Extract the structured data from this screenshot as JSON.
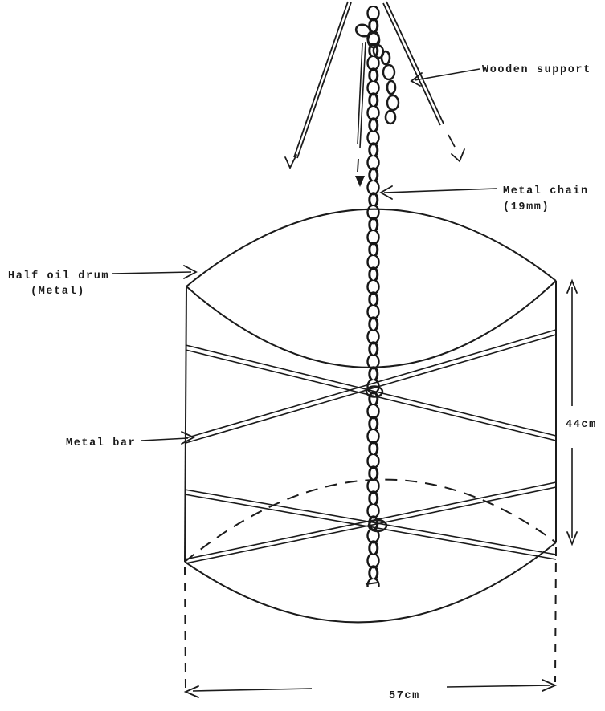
{
  "figure": {
    "title": "Half oil drum suspended from wooden tripod support by a metal chain",
    "ink_color": "#1b1b1b",
    "paper_color": "#ffffff",
    "labels": {
      "wooden_support": "Wooden support",
      "metal_chain": "Metal chain",
      "metal_chain_size": "(19mm)",
      "half_oil_drum": "Half oil drum",
      "half_oil_drum_material": "(Metal)",
      "metal_bar": "Metal bar"
    },
    "dimensions": {
      "drum_height": "44cm",
      "drum_width": "57cm"
    }
  }
}
